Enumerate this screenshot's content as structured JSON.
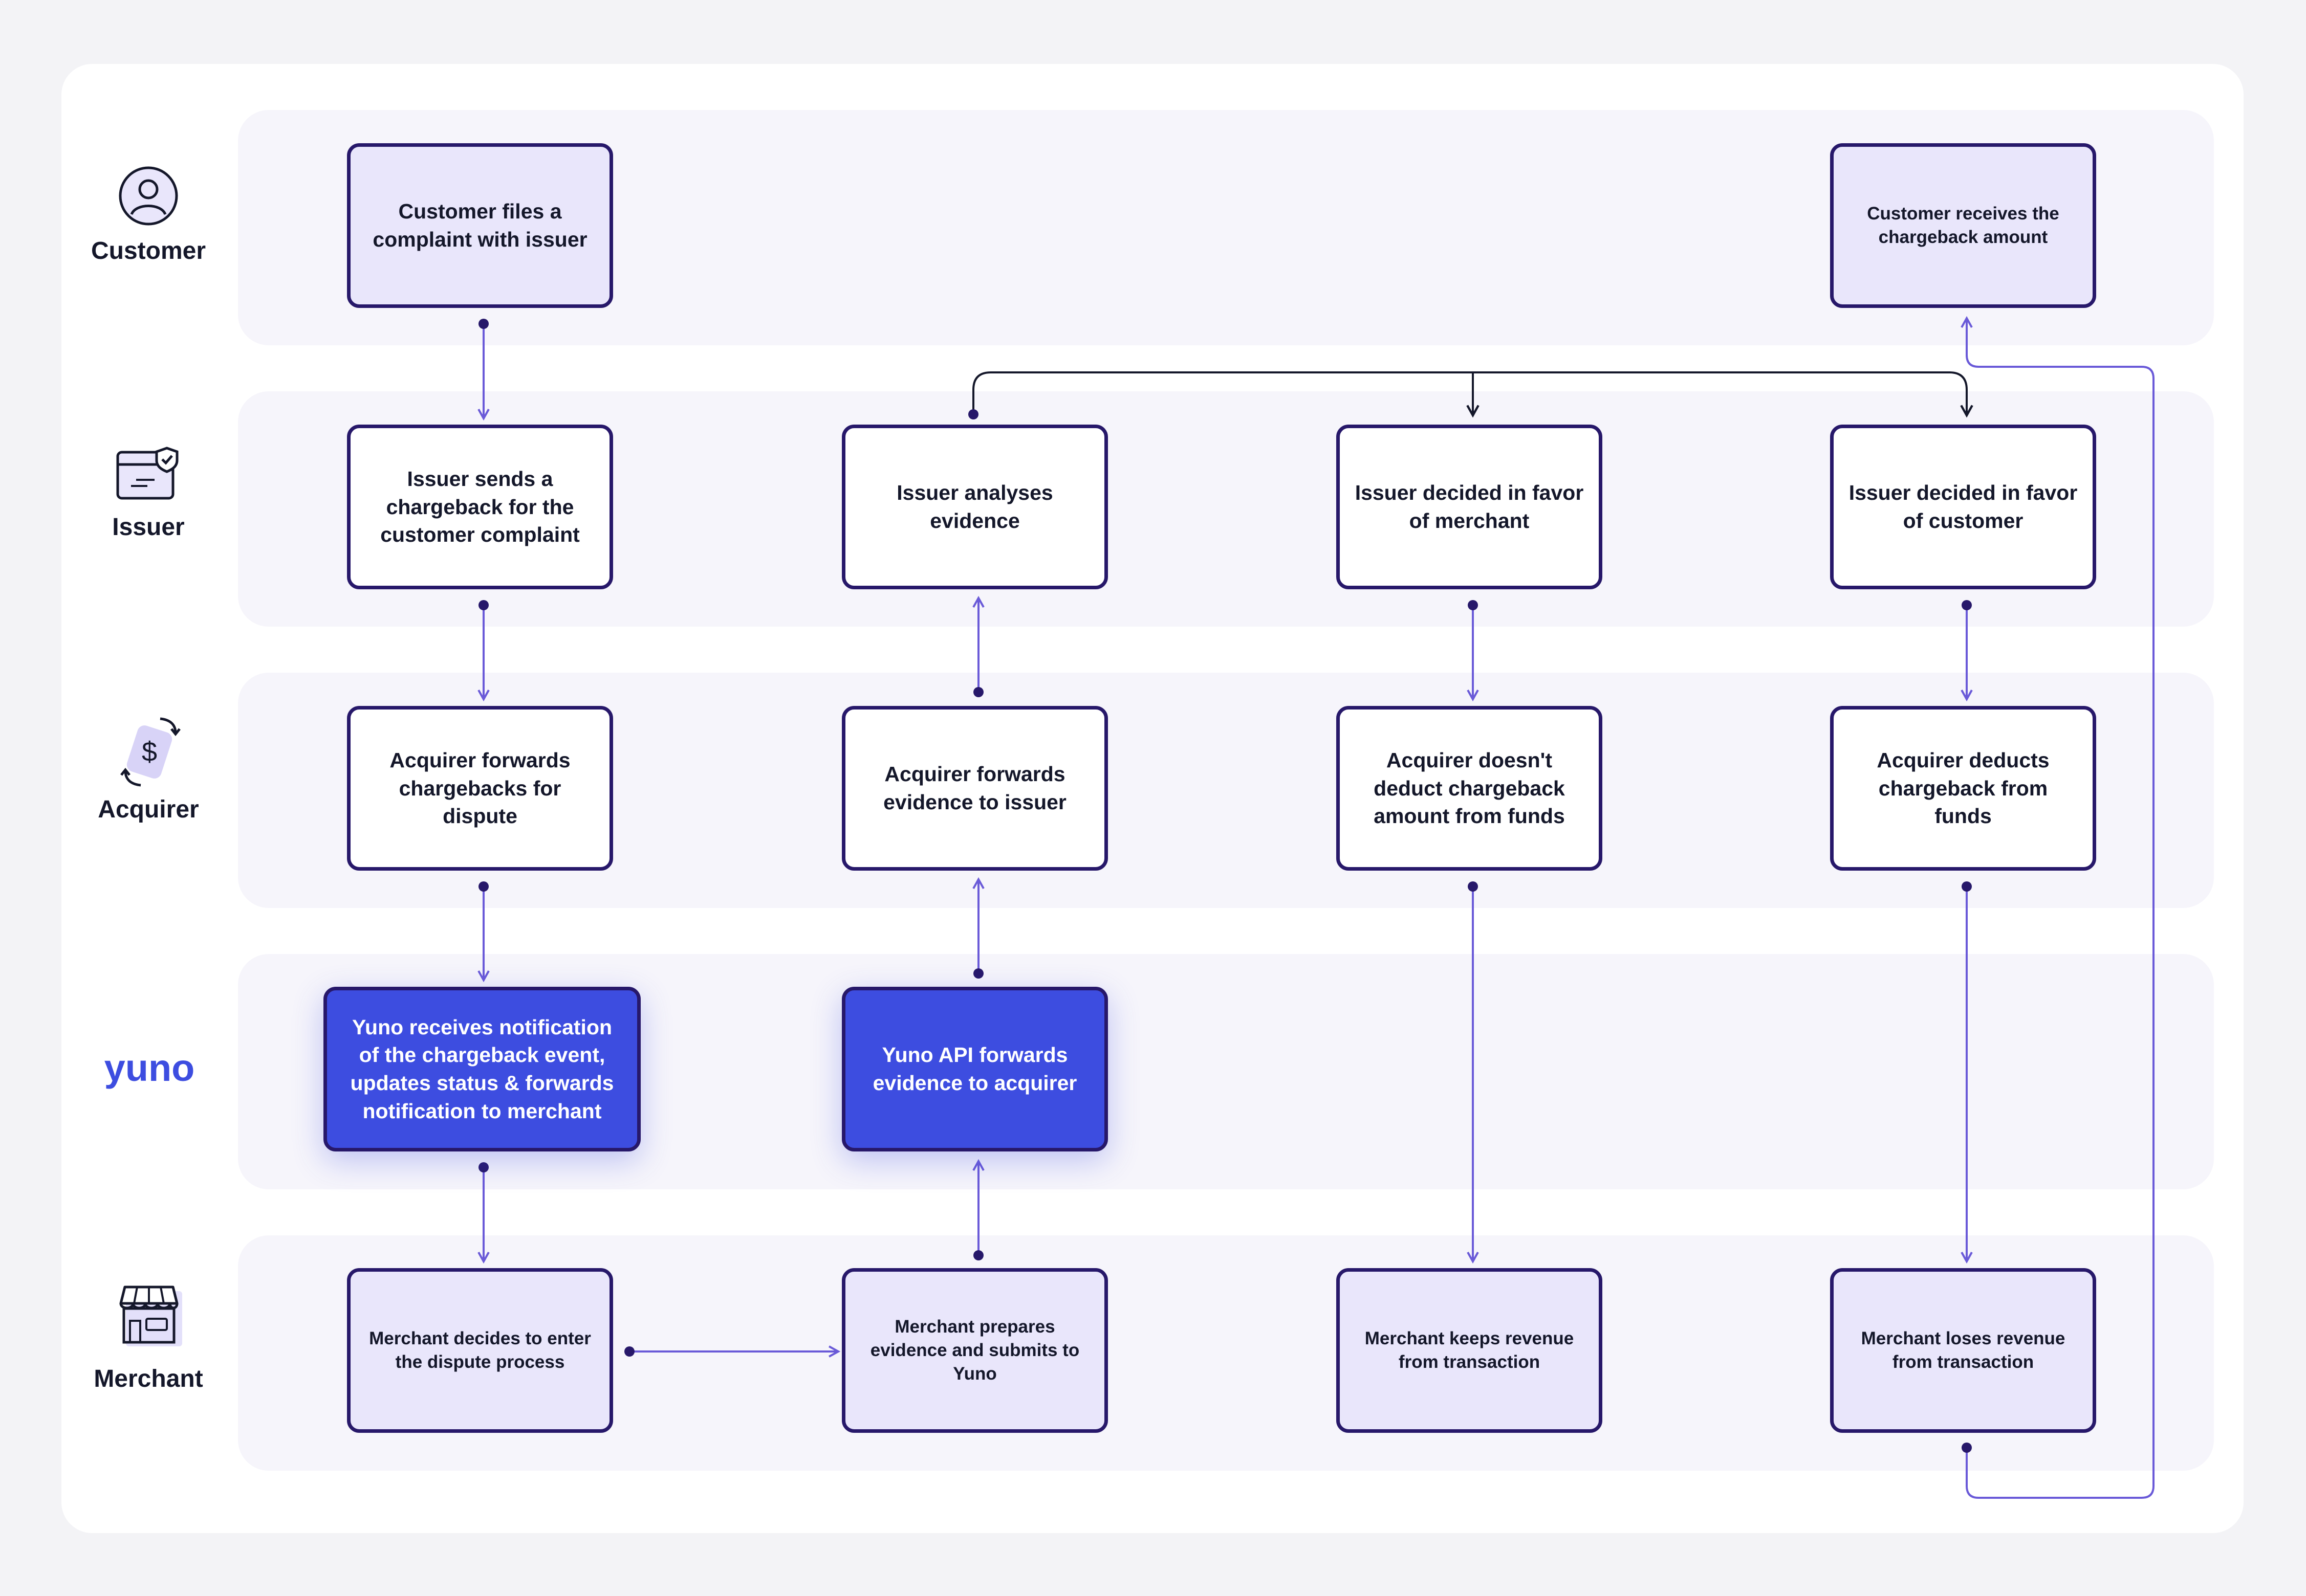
{
  "lanes": [
    {
      "id": "customer",
      "label": "Customer",
      "icon": "user-icon"
    },
    {
      "id": "issuer",
      "label": "Issuer",
      "icon": "credit-card-shield-icon"
    },
    {
      "id": "acquirer",
      "label": "Acquirer",
      "icon": "dollar-exchange-icon"
    },
    {
      "id": "yuno",
      "label": "",
      "logo": "yuno",
      "icon": "yuno-logo"
    },
    {
      "id": "merchant",
      "label": "Merchant",
      "icon": "storefront-icon"
    }
  ],
  "nodes": {
    "customer_files": "Customer files a complaint with issuer",
    "customer_receives": "Customer receives the chargeback amount",
    "issuer_sends": "Issuer sends a chargeback for the customer complaint",
    "issuer_analyses": "Issuer analyses evidence",
    "issuer_favor_merchant": "Issuer decided in favor of merchant",
    "issuer_favor_customer": "Issuer decided in favor of customer",
    "acquirer_forwards_chargebacks": "Acquirer forwards chargebacks for dispute",
    "acquirer_forwards_evidence": "Acquirer forwards evidence to issuer",
    "acquirer_doesnt_deduct": "Acquirer doesn't deduct chargeback amount from funds",
    "acquirer_deducts": "Acquirer deducts chargeback from funds",
    "yuno_receives": "Yuno receives notification of the chargeback event, updates status & forwards notification to merchant",
    "yuno_api_forwards": "Yuno API forwards evidence to acquirer",
    "merchant_decides": "Merchant decides to enter the dispute process",
    "merchant_prepares": "Merchant prepares evidence and submits to Yuno",
    "merchant_keeps": "Merchant keeps revenue from transaction",
    "merchant_loses": "Merchant loses revenue from transaction"
  },
  "colors": {
    "background": "#f3f3f6",
    "card": "#ffffff",
    "lane": "#f6f5fb",
    "box_border": "#27186a",
    "box_lavender": "#e9e6fb",
    "yuno_blue": "#3d4de0",
    "arrow_purple": "#6a5ad8",
    "arrow_dark": "#14172a"
  }
}
